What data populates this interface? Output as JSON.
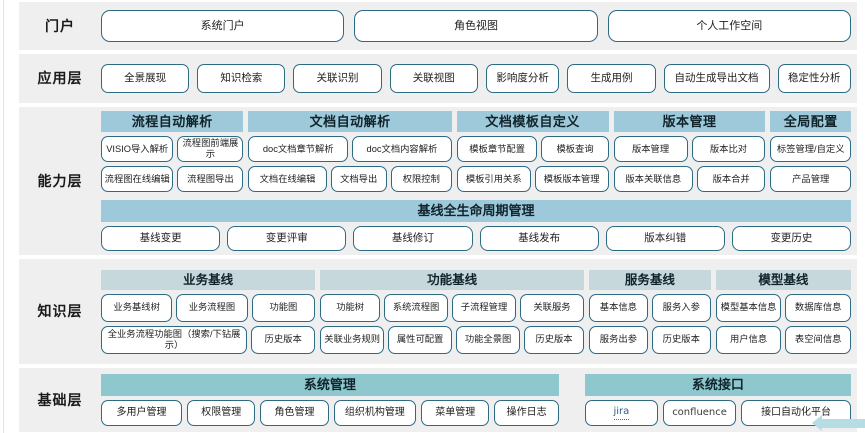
{
  "rows": {
    "portal": {
      "label": "门户",
      "items": [
        "系统门户",
        "角色视图",
        "个人工作空间"
      ]
    },
    "application": {
      "label": "应用层",
      "items": [
        "全景展现",
        "知识检索",
        "关联识别",
        "关联视图",
        "影响度分析",
        "生成用例",
        "自动生成导出文档",
        "稳定性分析"
      ]
    },
    "capability": {
      "label": "能力层",
      "groups": [
        {
          "title": "流程自动解析",
          "row1": [
            "VISIO导入解析",
            "流程图前端展示"
          ],
          "row2": [
            "流程图在线编辑",
            "流程图导出"
          ]
        },
        {
          "title": "文档自动解析",
          "row1": [
            "doc文档章节解析",
            "doc文档内容解析"
          ],
          "row2": [
            "文档在线编辑",
            "文档导出",
            "权限控制"
          ]
        },
        {
          "title": "文档模板自定义",
          "row1": [
            "模板章节配置",
            "模板查询"
          ],
          "row2": [
            "模板引用关系",
            "模板版本管理"
          ]
        },
        {
          "title": "版本管理",
          "row1": [
            "版本管理",
            "版本比对"
          ],
          "row2": [
            "版本关联信息",
            "版本合并"
          ]
        },
        {
          "title": "全局配置",
          "row1": [
            "标签管理/自定义"
          ],
          "row2": [
            "产品管理"
          ]
        }
      ],
      "lifecycle": {
        "title": "基线全生命周期管理",
        "items": [
          "基线变更",
          "变更评审",
          "基线修订",
          "基线发布",
          "版本纠错",
          "变更历史"
        ]
      }
    },
    "knowledge": {
      "label": "知识层",
      "groups": [
        {
          "title": "业务基线",
          "row1": [
            "业务基线树",
            "业务流程图",
            "功能图"
          ],
          "row2": [
            "全业务流程功能图（搜索/下钻展示）",
            "历史版本"
          ]
        },
        {
          "title": "功能基线",
          "row1": [
            "功能树",
            "系统流程图",
            "子流程管理",
            "关联服务"
          ],
          "row2": [
            "关联业务规则",
            "属性可配置",
            "功能全景图",
            "历史版本"
          ]
        },
        {
          "title": "服务基线",
          "row1": [
            "基本信息",
            "服务入参"
          ],
          "row2": [
            "服务出参",
            "历史版本"
          ]
        },
        {
          "title": "模型基线",
          "row1": [
            "模型基本信息",
            "数据库信息"
          ],
          "row2": [
            "用户信息",
            "表空间信息"
          ]
        }
      ]
    },
    "foundation": {
      "label": "基础层",
      "groups": [
        {
          "title": "系统管理",
          "items": [
            "多用户管理",
            "权限管理",
            "角色管理",
            "组织机构管理",
            "菜单管理",
            "操作日志"
          ]
        },
        {
          "title": "系统接口",
          "items": [
            "jira",
            "confluence",
            "接口自动化平台"
          ]
        }
      ]
    }
  },
  "colors": {
    "band_bg": "#efefef",
    "pill_border": "#2d6a84",
    "capability_header": "#9dc9da",
    "knowledge_header": "#c6d8dc",
    "foundation_header": "#8ec8ce",
    "arrow": "#b6dce4"
  }
}
